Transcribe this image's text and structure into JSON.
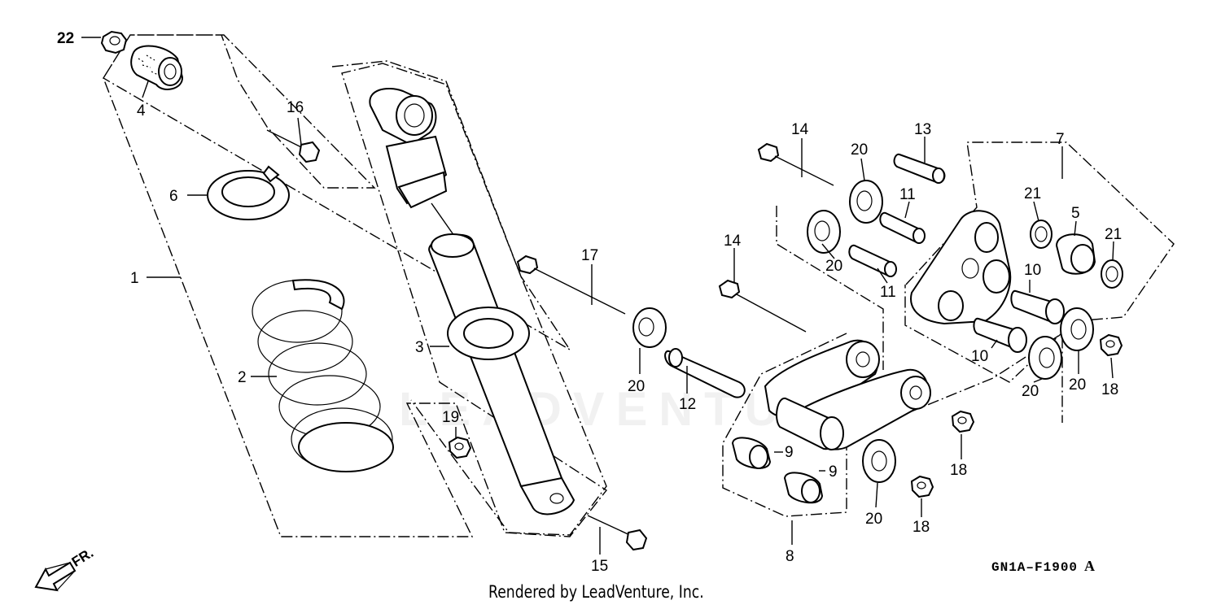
{
  "diagram": {
    "code": "GN1A–F1900",
    "revision": "A",
    "footer": "Rendered by LeadVenture, Inc.",
    "watermark": "LEADVENTURE",
    "direction_label": "FR."
  },
  "callouts": {
    "c1": "1",
    "c2": "2",
    "c3": "3",
    "c4": "4",
    "c5": "5",
    "c6": "6",
    "c7": "7",
    "c8": "8",
    "c9a": "9",
    "c9b": "9",
    "c10a": "10",
    "c10b": "10",
    "c11a": "11",
    "c11b": "11",
    "c12": "12",
    "c13": "13",
    "c14a": "14",
    "c14b": "14",
    "c15": "15",
    "c16": "16",
    "c17": "17",
    "c18a": "18",
    "c18b": "18",
    "c18c": "18",
    "c19": "19",
    "c20a": "20",
    "c20b": "20",
    "c20c": "20",
    "c20d": "20",
    "c20e": "20",
    "c20f": "20",
    "c21a": "21",
    "c21b": "21",
    "c22": "22"
  }
}
